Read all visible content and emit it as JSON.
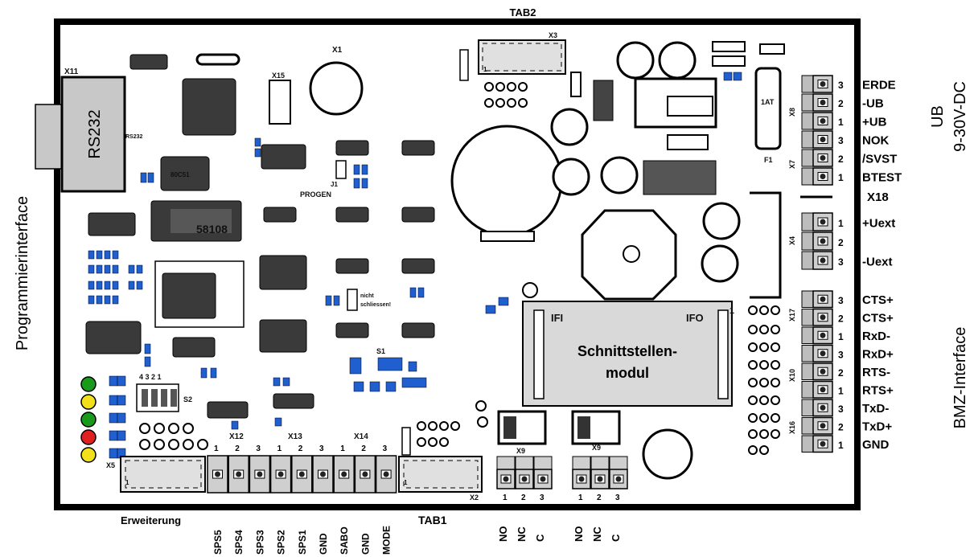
{
  "diagram": {
    "side_left": "Programmierinterface",
    "side_right_top": [
      "UB",
      "9-30V-DC"
    ],
    "side_right_bottom": "BMZ-Interface",
    "top_label": "TAB2",
    "board_labels": {
      "rs232_box": "RS232",
      "rs232_small": "RS232",
      "x11": "X11",
      "x1": "X1",
      "x3": "X3",
      "x15": "X15",
      "progen": "PROGEN",
      "j1": "J1",
      "x18": "X18",
      "x8": "X8",
      "x7": "X7",
      "x4": "X4",
      "x17": "X17",
      "x10": "X10",
      "x16": "X16",
      "f1": "F1",
      "fuse_val": "1AT",
      "ifi": "IFI",
      "ifo": "IFO",
      "module_line1": "Schnittstellen-",
      "module_line2": "modul",
      "module_pin": "1",
      "j2_text1": "nicht",
      "j2_text2": "schliessen!",
      "s1": "S1",
      "s2": "S2",
      "dip_numbers": "4 3 2 1",
      "x5": "X5",
      "x12": "X12",
      "x13": "X13",
      "x14": "X14",
      "x9a": "X9",
      "x9b": "X9",
      "x2": "X2",
      "x3_pin": "1",
      "x5_pin": "1",
      "x2_pin": "1",
      "ic_58": "58108",
      "ic_small": "80C51"
    },
    "right_top_connectors": [
      {
        "pin": "3",
        "name": "ERDE"
      },
      {
        "pin": "2",
        "name": "-UB"
      },
      {
        "pin": "1",
        "name": "+UB"
      },
      {
        "pin": "3",
        "name": "NOK"
      },
      {
        "pin": "2",
        "name": "/SVST"
      },
      {
        "pin": "1",
        "name": "BTEST"
      }
    ],
    "x4_connectors": [
      {
        "pin": "1",
        "name": "+Uext"
      },
      {
        "pin": "2",
        "name": ""
      },
      {
        "pin": "3",
        "name": "-Uext"
      }
    ],
    "bmz_connectors": [
      {
        "pin": "3",
        "name": "CTS+"
      },
      {
        "pin": "2",
        "name": "CTS+"
      },
      {
        "pin": "1",
        "name": "RxD-"
      },
      {
        "pin": "3",
        "name": "RxD+"
      },
      {
        "pin": "2",
        "name": "RTS-"
      },
      {
        "pin": "1",
        "name": "RTS+"
      },
      {
        "pin": "3",
        "name": "TxD-"
      },
      {
        "pin": "2",
        "name": "TxD+"
      },
      {
        "pin": "1",
        "name": "GND"
      }
    ],
    "bottom_terminal_pins": [
      "1",
      "2",
      "3",
      "1",
      "2",
      "3",
      "1",
      "2",
      "3"
    ],
    "bottom_labels": [
      "SPS5",
      "SPS4",
      "SPS3",
      "SPS2",
      "SPS1",
      "GND",
      "SABO",
      "GND",
      "MODE"
    ],
    "erweiterung": "Erweiterung",
    "tab1": "TAB1",
    "relay_pins": [
      "1",
      "2",
      "3"
    ],
    "relay_labels": [
      "NO",
      "NC",
      "C"
    ],
    "led_colors": [
      "#1a9a1a",
      "#f2e01a",
      "#1a9a1a",
      "#e02020",
      "#f2e01a"
    ],
    "accent_blue": "#1f5fd0",
    "board_gray": "#e8e8e8"
  }
}
